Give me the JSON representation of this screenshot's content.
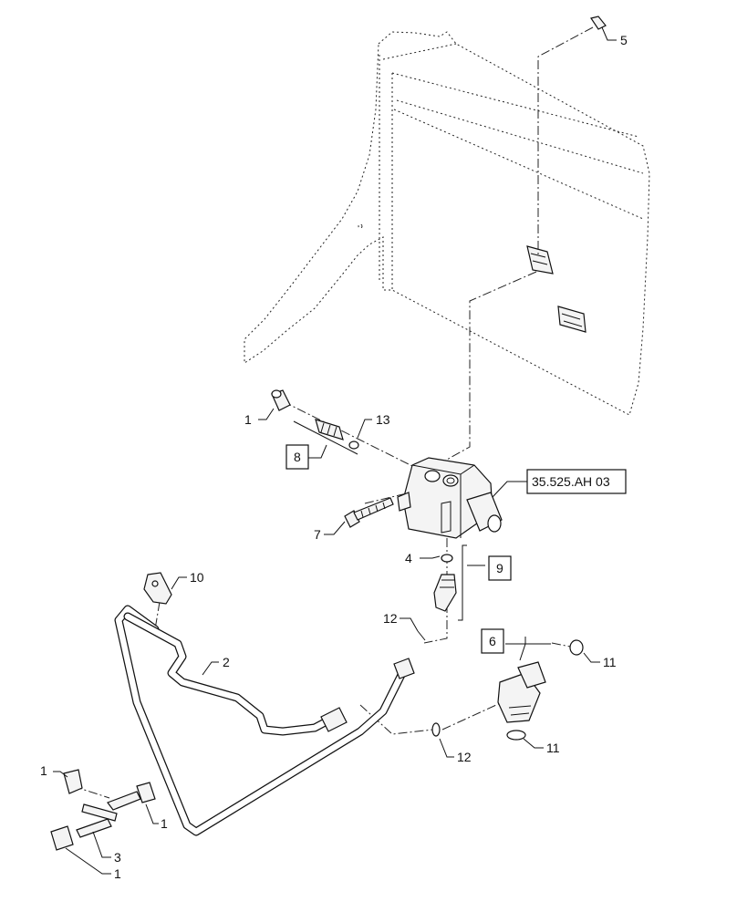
{
  "callouts": {
    "c1a": "1",
    "c1b": "1",
    "c1c": "1",
    "c1d": "1",
    "c2": "2",
    "c3": "3",
    "c4": "4",
    "c5": "5",
    "c6": "6",
    "c7": "7",
    "c8": "8",
    "c9": "9",
    "c10": "10",
    "c11a": "11",
    "c11b": "11",
    "c12a": "12",
    "c12b": "12",
    "c13": "13"
  },
  "reference": "35.525.AH 03"
}
